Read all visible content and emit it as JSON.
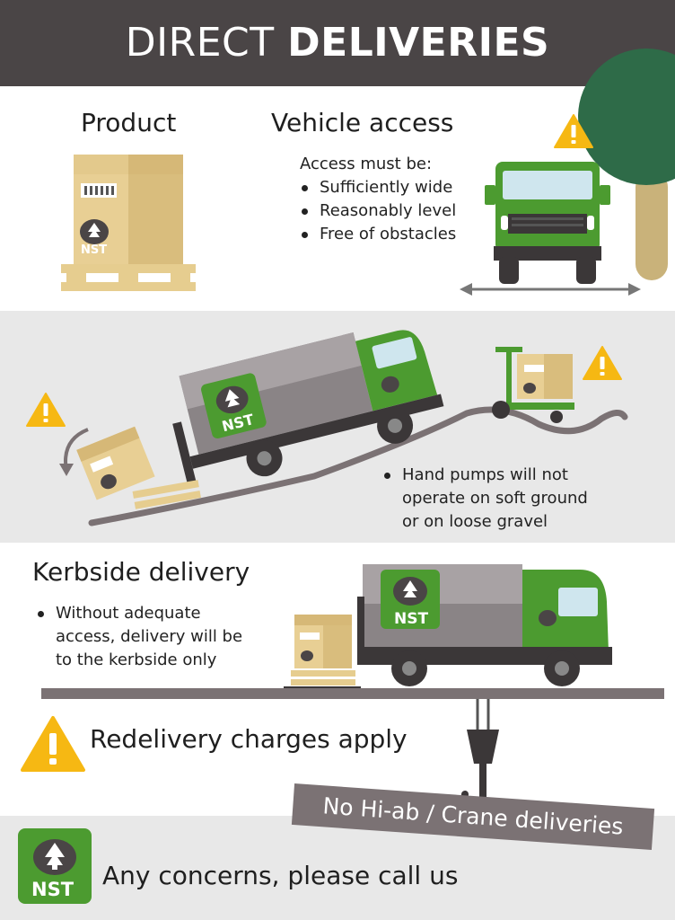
{
  "header": {
    "title_regular": "DIRECT",
    "title_bold": "DELIVERIES"
  },
  "product": {
    "heading": "Product",
    "logo": "NST"
  },
  "vehicle_access": {
    "heading": "Vehicle access",
    "intro": "Access must be:",
    "items": [
      "Sufficiently wide",
      "Reasonably level",
      "Free of obstacles"
    ]
  },
  "ground": {
    "lines": [
      "Hand pumps will not",
      "operate on soft ground",
      "or on loose gravel"
    ]
  },
  "kerbside": {
    "heading": "Kerbside delivery",
    "lines": [
      "Without adequate",
      "access, delivery will be",
      "to the kerbside only"
    ]
  },
  "redelivery": {
    "text": "Redelivery charges apply"
  },
  "crane": {
    "text": "No Hi-ab / Crane deliveries"
  },
  "footer": {
    "logo": "NST",
    "text": "Any concerns, please call us"
  },
  "colors": {
    "header_bg": "#4a4546",
    "brand_green": "#4c9b30",
    "warning_yellow": "#f6b813",
    "band_gray": "#e8e8e8",
    "tree_green": "#2e6b48"
  },
  "icons": [
    "warning-icon",
    "nst-logo-icon",
    "truck-icon",
    "pallet-truck-icon",
    "crane-hook-icon",
    "tree-icon"
  ]
}
